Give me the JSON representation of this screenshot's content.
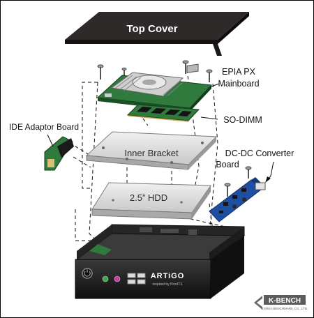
{
  "labels": {
    "top_cover": "Top Cover",
    "mainboard_1": "EPIA PX",
    "mainboard_2": "Mainboard",
    "sodimm": "SO-DIMM",
    "ide_adaptor": "IDE Adaptor Board",
    "inner_bracket": "Inner Bracket",
    "dcdc_1": "DC-DC  Converter",
    "dcdc_2": "Board",
    "hdd": "2.5” HDD"
  },
  "chassis": {
    "brand": "ARTiGO",
    "brand_sub": "inspired by PicoITX"
  },
  "watermark": {
    "text": "K-BENCH",
    "subtext": "KOREA BENCHMARK CO., LTD."
  },
  "colors": {
    "cover": "#2e2a29",
    "board_green": "#2f7a3c",
    "dcdc_blue": "#1f4fa3",
    "plate": "#d8d8d8",
    "chassis": "#161616",
    "usb_green": "#3aa843",
    "usb_magenta": "#c03aa6"
  }
}
